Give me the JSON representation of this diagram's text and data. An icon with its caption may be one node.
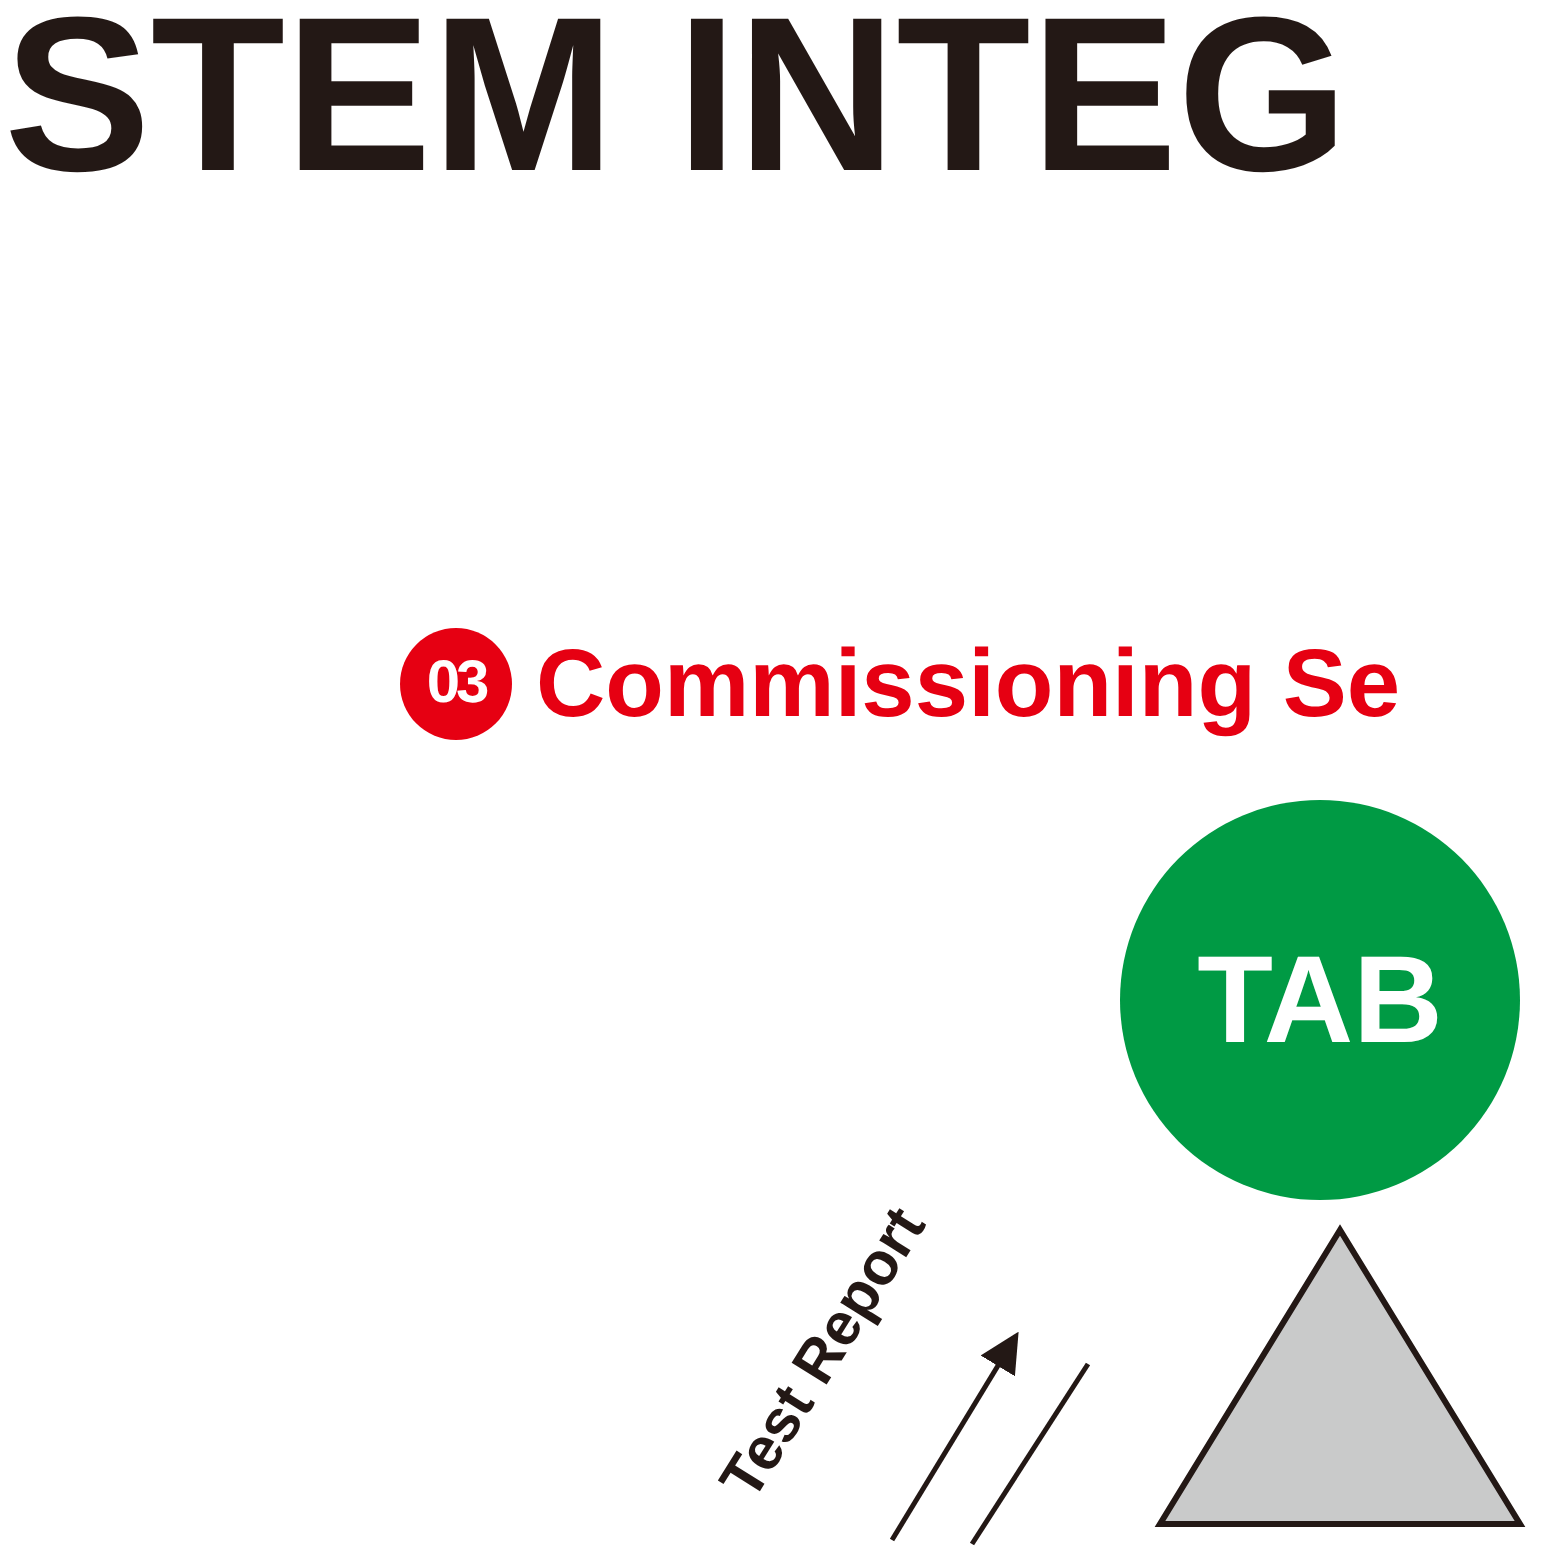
{
  "diagram": {
    "title": "STEM INTEG",
    "nodes": [
      {
        "text": [
          "03"
        ],
        "beside": [
          "Commissioning Se"
        ]
      },
      {
        "text": [
          "TAB"
        ]
      },
      {
        "text": [],
        "shape": "triangle"
      }
    ],
    "edges": [],
    "labels": [
      "Test Report"
    ]
  }
}
